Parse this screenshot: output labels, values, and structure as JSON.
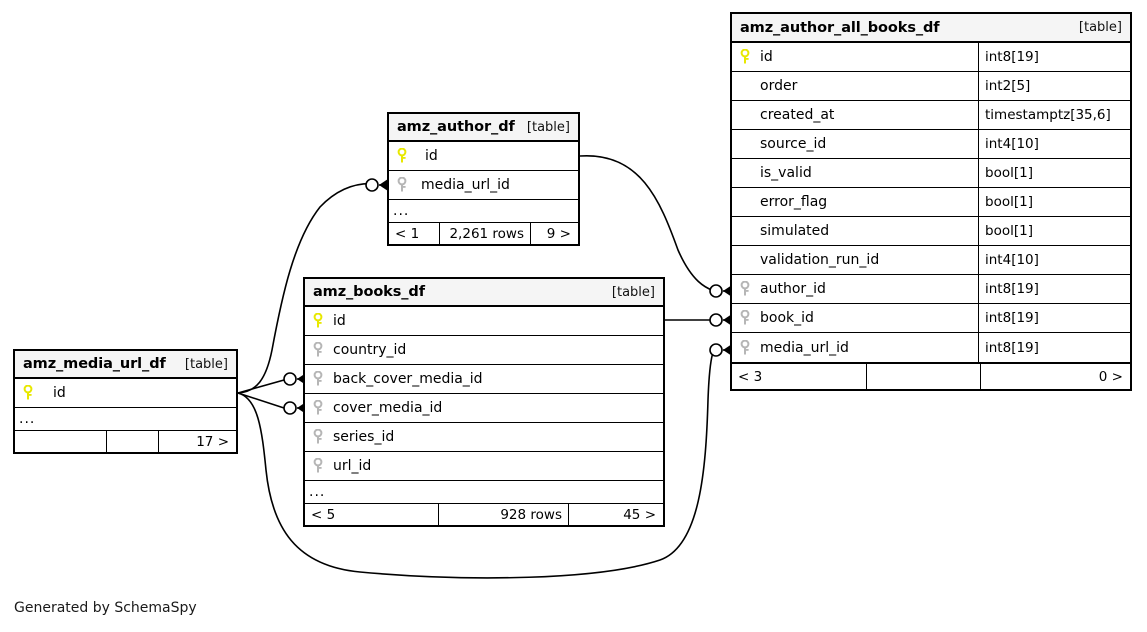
{
  "diagram": {
    "generator_credit": "Generated by SchemaSpy",
    "table_tag": "[table]",
    "ellipsis": "...",
    "colors": {
      "primary_key_icon": "#e8e800",
      "foreign_key_icon": "#b0b0b0",
      "table_border": "#000000",
      "header_background": "#f5f5f5",
      "edge_stroke": "#000000",
      "page_background": "#ffffff"
    }
  },
  "tables": [
    {
      "id": "amz_author_all_books_df",
      "name": "amz_author_all_books_df",
      "tag": "[table]",
      "columns": [
        {
          "name": "id",
          "type": "int8[19]",
          "key": "primary"
        },
        {
          "name": "order",
          "type": "int2[5]",
          "key": "none"
        },
        {
          "name": "created_at",
          "type": "timestamptz[35,6]",
          "key": "none"
        },
        {
          "name": "source_id",
          "type": "int4[10]",
          "key": "none"
        },
        {
          "name": "is_valid",
          "type": "bool[1]",
          "key": "none"
        },
        {
          "name": "error_flag",
          "type": "bool[1]",
          "key": "none"
        },
        {
          "name": "simulated",
          "type": "bool[1]",
          "key": "none"
        },
        {
          "name": "validation_run_id",
          "type": "int4[10]",
          "key": "none"
        },
        {
          "name": "author_id",
          "type": "int8[19]",
          "key": "foreign"
        },
        {
          "name": "book_id",
          "type": "int8[19]",
          "key": "foreign"
        },
        {
          "name": "media_url_id",
          "type": "int8[19]",
          "key": "foreign"
        }
      ],
      "footer": {
        "left": "< 3",
        "middle": "",
        "right": "0 >"
      }
    },
    {
      "id": "amz_author_df",
      "name": "amz_author_df",
      "tag": "[table]",
      "columns": [
        {
          "name": "id",
          "type": "",
          "key": "primary"
        },
        {
          "name": "media_url_id",
          "type": "",
          "key": "foreign"
        }
      ],
      "has_ellipsis_row": true,
      "footer": {
        "left": "< 1",
        "middle": "2,261 rows",
        "right": "9 >"
      }
    },
    {
      "id": "amz_books_df",
      "name": "amz_books_df",
      "tag": "[table]",
      "columns": [
        {
          "name": "id",
          "type": "",
          "key": "primary"
        },
        {
          "name": "country_id",
          "type": "",
          "key": "foreign"
        },
        {
          "name": "back_cover_media_id",
          "type": "",
          "key": "foreign"
        },
        {
          "name": "cover_media_id",
          "type": "",
          "key": "foreign"
        },
        {
          "name": "series_id",
          "type": "",
          "key": "foreign"
        },
        {
          "name": "url_id",
          "type": "",
          "key": "foreign"
        }
      ],
      "has_ellipsis_row": true,
      "footer": {
        "left": "< 5",
        "middle": "928 rows",
        "right": "45 >"
      }
    },
    {
      "id": "amz_media_url_df",
      "name": "amz_media_url_df",
      "tag": "[table]",
      "columns": [
        {
          "name": "id",
          "type": "",
          "key": "primary"
        }
      ],
      "has_ellipsis_row": true,
      "footer": {
        "left": "",
        "middle": "",
        "right": "17 >"
      }
    }
  ],
  "relationships": [
    {
      "from_table": "amz_author_df",
      "from_column": "id",
      "to_table": "amz_author_all_books_df",
      "to_column": "author_id"
    },
    {
      "from_table": "amz_books_df",
      "from_column": "id",
      "to_table": "amz_author_all_books_df",
      "to_column": "book_id"
    },
    {
      "from_table": "amz_media_url_df",
      "from_column": "id",
      "to_table": "amz_author_all_books_df",
      "to_column": "media_url_id"
    },
    {
      "from_table": "amz_media_url_df",
      "from_column": "id",
      "to_table": "amz_author_df",
      "to_column": "media_url_id"
    },
    {
      "from_table": "amz_media_url_df",
      "from_column": "id",
      "to_table": "amz_books_df",
      "to_column": "back_cover_media_id"
    },
    {
      "from_table": "amz_media_url_df",
      "from_column": "id",
      "to_table": "amz_books_df",
      "to_column": "cover_media_id"
    }
  ]
}
